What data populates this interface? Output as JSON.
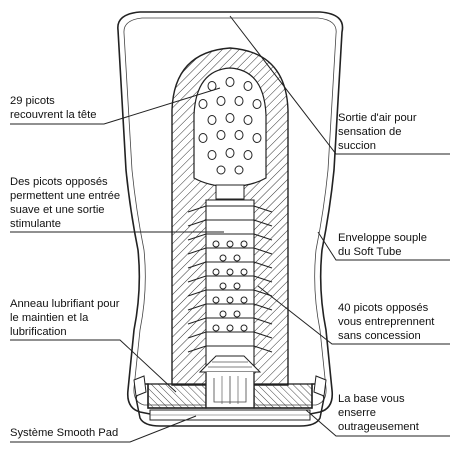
{
  "labels": {
    "tete": "29 picots\nrecouvrent la tête",
    "opposes": "Des picots opposés\npermettent une entrée\nsuave et une sortie\nstimulante",
    "anneau": "Anneau lubrifiant pour\nle maintien et la\nlubrification",
    "smooth": "Système Smooth Pad",
    "air": "Sortie d'air pour\nsensation de\nsuccion",
    "enveloppe": "Enveloppe souple\ndu Soft Tube",
    "quarante": "40 picots opposés\nvous entreprennent\nsans concession",
    "base": "La base vous\nenserre\noutrageusement"
  }
}
